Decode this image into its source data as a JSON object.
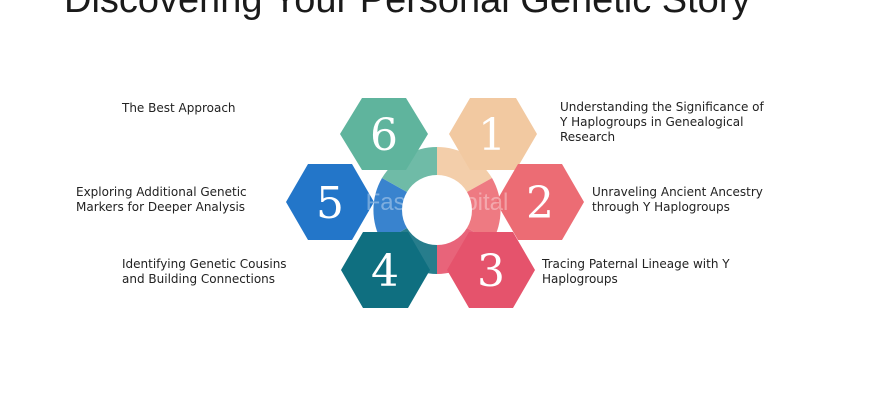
{
  "title": "Discovering Your Personal Genetic Story",
  "watermark": "FasterCapital",
  "steps": [
    {
      "number": "1",
      "label": "Understanding the Significance of Y Haplogroups in Genealogical Research",
      "color": "#f2c9a1"
    },
    {
      "number": "2",
      "label": "Unraveling Ancient Ancestry through Y Haplogroups",
      "color": "#ec6c74"
    },
    {
      "number": "3",
      "label": "Tracing Paternal Lineage with Y Haplogroups",
      "color": "#e5536c"
    },
    {
      "number": "4",
      "label": "Identifying Genetic Cousins and Building Connections",
      "color": "#0f6f80"
    },
    {
      "number": "5",
      "label": "Exploring Additional Genetic Markers for Deeper Analysis",
      "color": "#2376c9"
    },
    {
      "number": "6",
      "label": "The Best Approach",
      "color": "#5fb49d"
    }
  ]
}
